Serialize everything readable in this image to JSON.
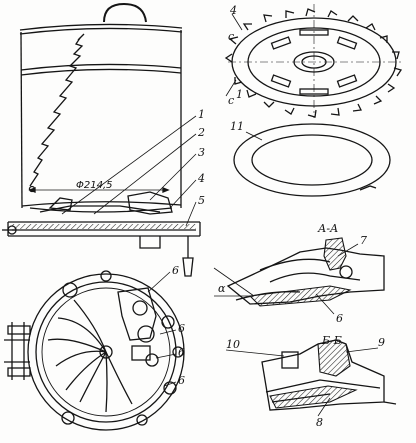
{
  "figure": {
    "dimension": "Φ214,5",
    "views": {
      "drum": {
        "callouts": [
          "1",
          "2",
          "3",
          "4",
          "5"
        ]
      },
      "bottom_view": {
        "callouts": [
          "6",
          "6",
          "6",
          "6"
        ]
      },
      "gear_ring": {
        "callouts": [
          "4",
          "с",
          "с",
          "1",
          "11"
        ]
      },
      "section_aa": {
        "title": "А-А",
        "callouts": [
          "7",
          "α",
          "6"
        ]
      },
      "section_bb": {
        "title": "Б-Б",
        "callouts": [
          "10",
          "9",
          "8"
        ]
      }
    }
  }
}
